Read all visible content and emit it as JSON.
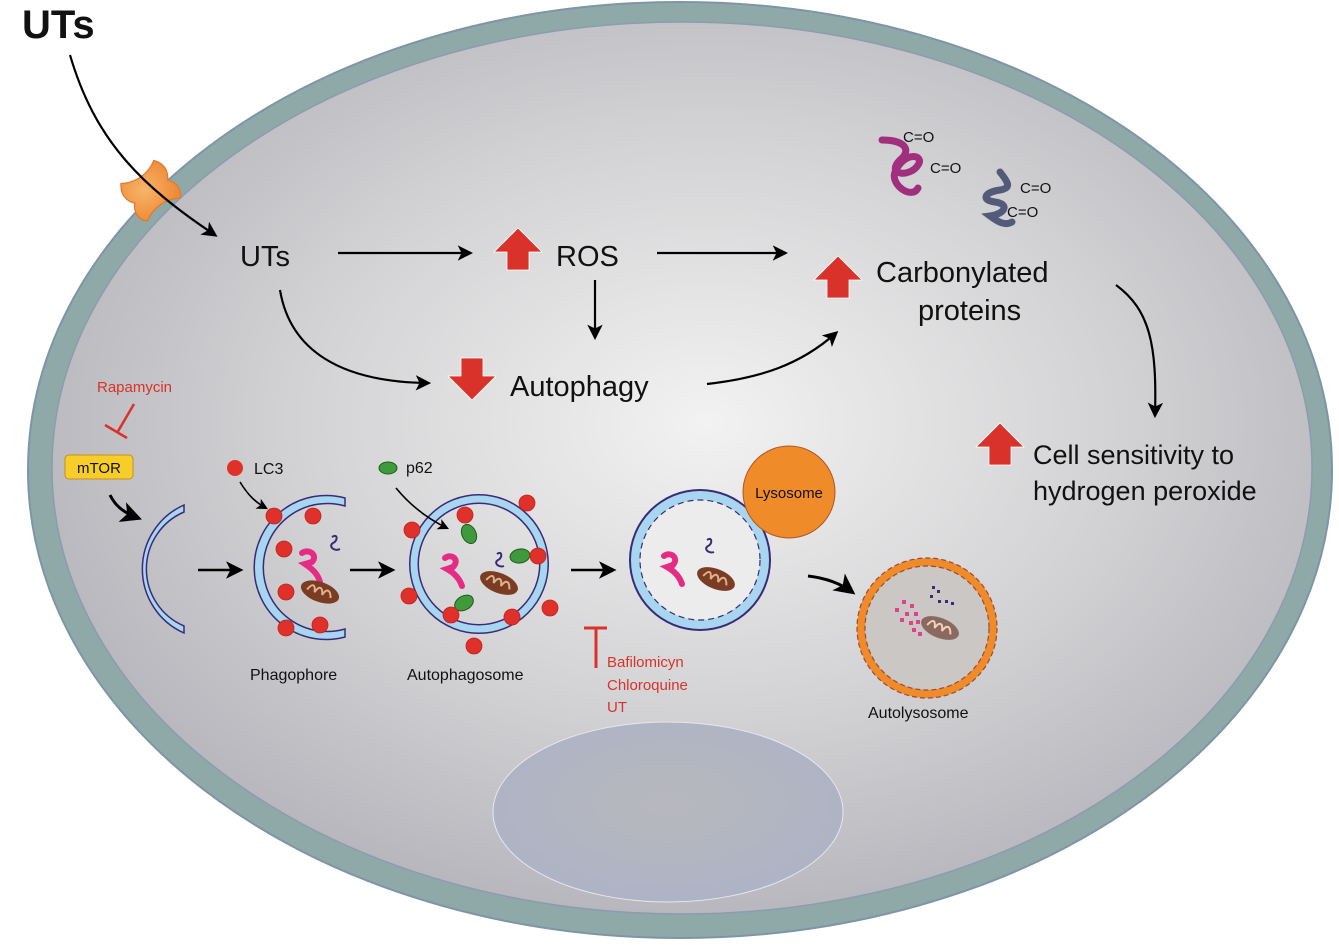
{
  "title": "UTs",
  "colors": {
    "membrane": "#8fa9a8",
    "cytoplasm_center": "#ececec",
    "cytoplasm_edge": "#b4b3ba",
    "nucleus": "#aeb3c2",
    "up_down_arrow": "#d9322a",
    "inhibitor": "#d9322a",
    "transporter": "#f2a24a",
    "vesicle_membrane": "#a9d6ef",
    "vesicle_outline": "#3a2a7a",
    "lc3": "#e0302a",
    "p62": "#3f9a3c",
    "lysosome": "#f08b2a",
    "protein_magenta": "#e62b85",
    "protein_purple": "#a0307e",
    "protein_slate": "#545a7a",
    "mitochondrion": "#7a3d24"
  },
  "pathway": {
    "uts_inside": "UTs",
    "ros": "ROS",
    "ros_direction": "up",
    "autophagy": "Autophagy",
    "autophagy_direction": "down",
    "carbonylated_line1": "Carbonylated",
    "carbonylated_line2": "proteins",
    "carbonylated_direction": "up",
    "sensitivity_line1": "Cell sensitivity to",
    "sensitivity_line2": "hydrogen peroxide",
    "sensitivity_direction": "up",
    "carbonyl_label": "C=O"
  },
  "autophagy_process": {
    "rapamycin": "Rapamycin",
    "mtor": "mTOR",
    "lc3_legend": "LC3",
    "p62_legend": "p62",
    "phagophore": "Phagophore",
    "autophagosome": "Autophagosome",
    "lysosome": "Lysosome",
    "autolysosome": "Autolysosome",
    "inhibitors": [
      "Bafilomicyn",
      "Chloroquine",
      "UT"
    ]
  }
}
